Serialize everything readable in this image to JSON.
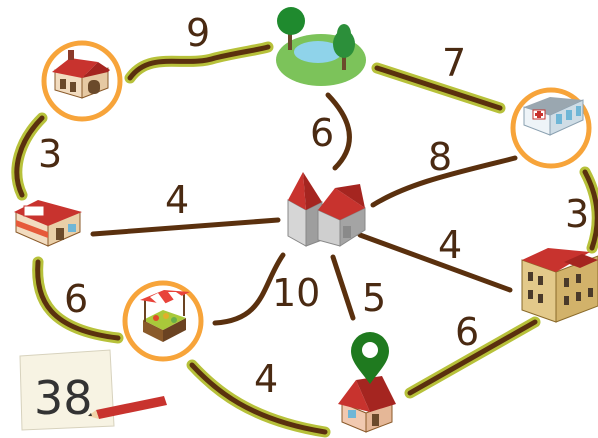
{
  "game": {
    "score": "38",
    "colors": {
      "road_dark": "#5a300e",
      "road_highlight": "#b7c13a",
      "ring": "#f7a43a",
      "pin": "#1f7a1f",
      "weight_text": "#4a2a12"
    },
    "nodes": [
      {
        "id": "bakery",
        "icon": "bakery-icon",
        "circled": true
      },
      {
        "id": "park",
        "icon": "park-icon",
        "circled": false
      },
      {
        "id": "hospital",
        "icon": "hospital-icon",
        "circled": true
      },
      {
        "id": "restaurant",
        "icon": "restaurant-icon",
        "circled": false
      },
      {
        "id": "church",
        "icon": "church-icon",
        "circled": false
      },
      {
        "id": "school",
        "icon": "school-icon",
        "circled": false
      },
      {
        "id": "market",
        "icon": "market-stall-icon",
        "circled": true
      },
      {
        "id": "home",
        "icon": "home-icon",
        "circled": false,
        "start": true
      }
    ],
    "edges": [
      {
        "from": "bakery",
        "to": "park",
        "weight": "9",
        "highlighted": true
      },
      {
        "from": "park",
        "to": "hospital",
        "weight": "7",
        "highlighted": true
      },
      {
        "from": "bakery",
        "to": "restaurant",
        "weight": "3",
        "highlighted": true
      },
      {
        "from": "park",
        "to": "church",
        "weight": "6",
        "highlighted": false
      },
      {
        "from": "church",
        "to": "hospital",
        "weight": "8",
        "highlighted": false
      },
      {
        "from": "hospital",
        "to": "school",
        "weight": "3",
        "highlighted": true
      },
      {
        "from": "restaurant",
        "to": "church",
        "weight": "4",
        "highlighted": false
      },
      {
        "from": "church",
        "to": "school",
        "weight": "4",
        "highlighted": false
      },
      {
        "from": "restaurant",
        "to": "market",
        "weight": "6",
        "highlighted": true
      },
      {
        "from": "church",
        "to": "market",
        "weight": "10",
        "highlighted": false
      },
      {
        "from": "church",
        "to": "home",
        "weight": "5",
        "highlighted": false
      },
      {
        "from": "home",
        "to": "school",
        "weight": "6",
        "highlighted": true
      },
      {
        "from": "market",
        "to": "home",
        "weight": "4",
        "highlighted": true
      }
    ]
  }
}
